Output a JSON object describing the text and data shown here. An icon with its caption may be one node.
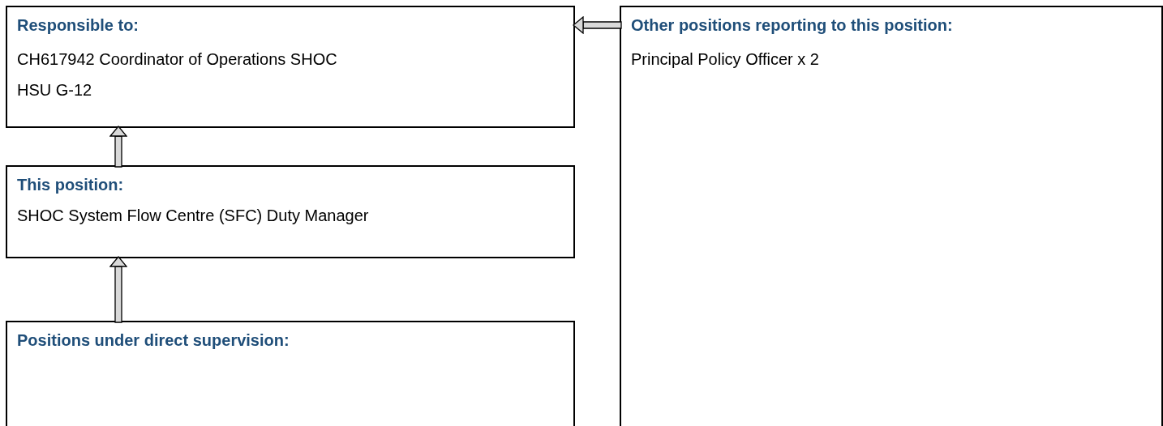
{
  "diagram": {
    "nodes": [
      {
        "text": [
          "Responsible to:",
          "CH617942 Coordinator of Operations SHOC",
          "HSU G-12"
        ]
      },
      {
        "text": [
          "This position:",
          "SHOC System Flow Centre (SFC) Duty Manager"
        ]
      },
      {
        "text": [
          "Positions under direct supervision:"
        ]
      },
      {
        "text": [
          "Other positions reporting to this position:",
          "Principal Policy Officer x 2"
        ]
      }
    ],
    "edges": [
      {
        "from": 1,
        "to": 0,
        "arrow": "to"
      },
      {
        "from": 2,
        "to": 1,
        "arrow": "to"
      },
      {
        "from": 3,
        "to": 0,
        "arrow": "to"
      }
    ]
  }
}
